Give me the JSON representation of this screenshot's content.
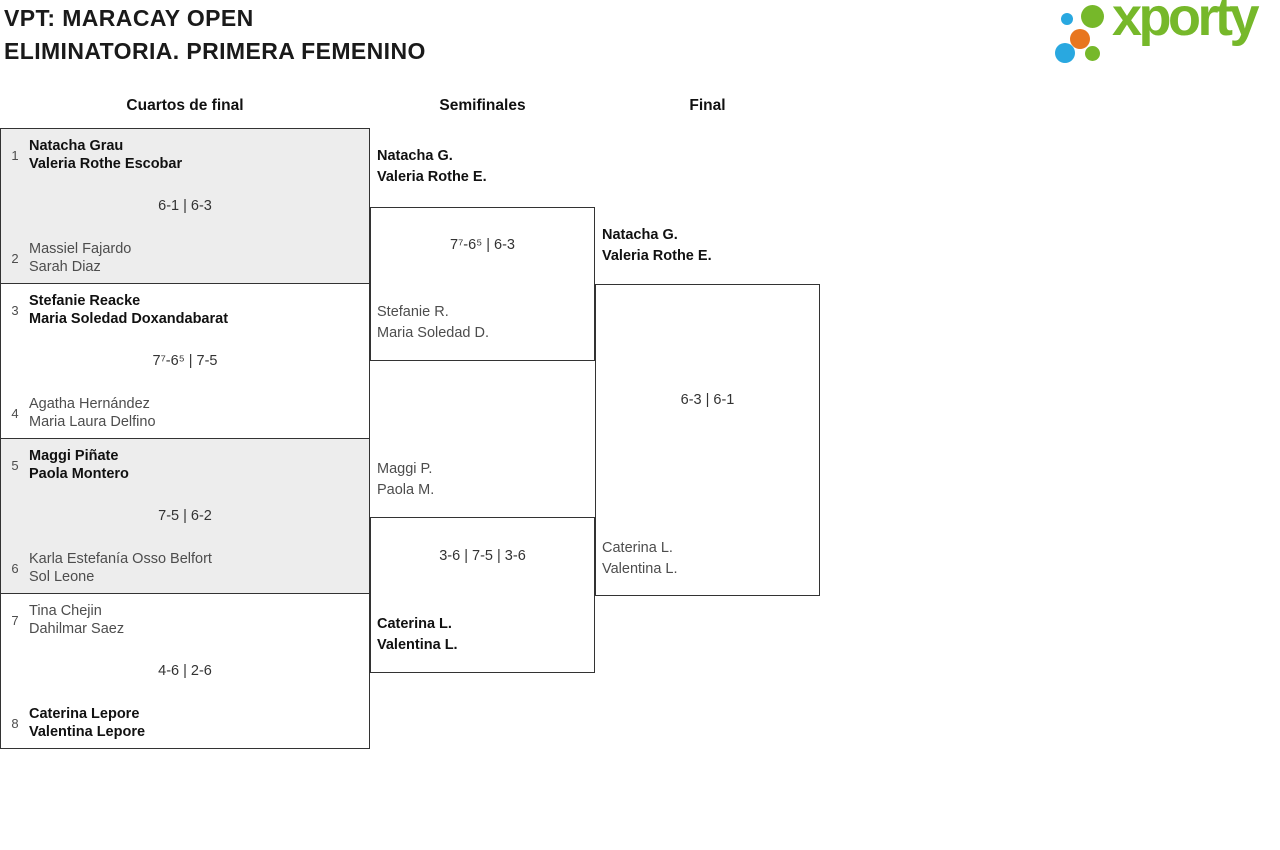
{
  "header": {
    "title_line1": "VPT: MARACAY OPEN",
    "title_line2": "ELIMINATORIA. PRIMERA FEMENINO"
  },
  "logo": {
    "text": "xporty",
    "green": "#76b82a",
    "blue": "#29a8e0",
    "orange": "#e8761e"
  },
  "round_headers": {
    "quarterfinals": "Cuartos de final",
    "semifinals": "Semifinales",
    "final": "Final"
  },
  "quarterfinals": [
    {
      "seed_top": "1",
      "team_top_line1": "Natacha Grau",
      "team_top_line2": "Valeria Rothe Escobar",
      "top_winner": true,
      "score": "6-1 | 6-3",
      "seed_bottom": "2",
      "team_bottom_line1": "Massiel Fajardo",
      "team_bottom_line2": "Sarah Diaz",
      "bottom_winner": false
    },
    {
      "seed_top": "3",
      "team_top_line1": "Stefanie Reacke",
      "team_top_line2": "Maria Soledad Doxandabarat",
      "top_winner": true,
      "score": "7⁷-6⁵ | 7-5",
      "seed_bottom": "4",
      "team_bottom_line1": "Agatha Hernández",
      "team_bottom_line2": "Maria Laura Delfino",
      "bottom_winner": false
    },
    {
      "seed_top": "5",
      "team_top_line1": "Maggi Piñate",
      "team_top_line2": "Paola Montero",
      "top_winner": true,
      "score": "7-5 | 6-2",
      "seed_bottom": "6",
      "team_bottom_line1": "Karla Estefanía Osso Belfort",
      "team_bottom_line2": "Sol Leone",
      "bottom_winner": false
    },
    {
      "seed_top": "7",
      "team_top_line1": "Tina Chejin",
      "team_top_line2": "Dahilmar Saez",
      "top_winner": false,
      "score": "4-6 | 2-6",
      "seed_bottom": "8",
      "team_bottom_line1": "Caterina Lepore",
      "team_bottom_line2": "Valentina Lepore",
      "bottom_winner": true
    }
  ],
  "semifinals": [
    {
      "team_top_line1": "Natacha G.",
      "team_top_line2": "Valeria Rothe E.",
      "top_winner": true,
      "score": "7⁷-6⁵ | 6-3",
      "team_bottom_line1": "Stefanie R.",
      "team_bottom_line2": "Maria Soledad D.",
      "bottom_winner": false
    },
    {
      "team_top_line1": "Maggi P.",
      "team_top_line2": "Paola M.",
      "top_winner": false,
      "score": "3-6 | 7-5 | 3-6",
      "team_bottom_line1": "Caterina L.",
      "team_bottom_line2": "Valentina L.",
      "bottom_winner": true
    }
  ],
  "final": {
    "team_top_line1": "Natacha G.",
    "team_top_line2": "Valeria Rothe E.",
    "top_winner": true,
    "score": "6-3 | 6-1",
    "team_bottom_line1": "Caterina L.",
    "team_bottom_line2": "Valentina L.",
    "bottom_winner": false
  }
}
